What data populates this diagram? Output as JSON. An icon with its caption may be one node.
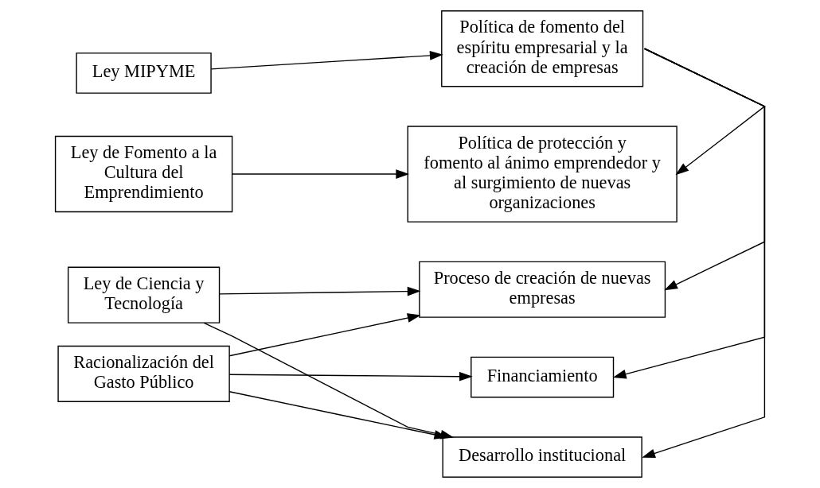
{
  "diagram": {
    "nodes": [
      {
        "text": [
          "Ley MIPYME"
        ]
      },
      {
        "text": [
          "Política de fomento del espíritu empresarial y la creación de empresas"
        ]
      },
      {
        "text": [
          "Ley de Fomento a la Cultura del Emprendimiento"
        ]
      },
      {
        "text": [
          "Política de protección y fomento al ánimo emprendedor y al surgimiento de nuevas organizaciones"
        ]
      },
      {
        "text": [
          "Ley de Ciencia y Tecnología"
        ]
      },
      {
        "text": [
          "Proceso de creación de nuevas empresas"
        ]
      },
      {
        "text": [
          "Financiamiento"
        ]
      },
      {
        "text": [
          "Racionalización del Gasto Público"
        ]
      },
      {
        "text": [
          "Desarrollo institucional"
        ]
      }
    ],
    "edges": [
      {
        "from": 0,
        "to": 1,
        "arrow": "to"
      },
      {
        "from": 2,
        "to": 3,
        "arrow": "to"
      },
      {
        "from": 4,
        "to": 5,
        "arrow": "to"
      },
      {
        "from": 4,
        "to": 8,
        "arrow": "to"
      },
      {
        "from": 7,
        "to": 5,
        "arrow": "to"
      },
      {
        "from": 7,
        "to": 6,
        "arrow": "to"
      },
      {
        "from": 7,
        "to": 8,
        "arrow": "to"
      },
      {
        "from": 1,
        "to": 3,
        "arrow": "to"
      },
      {
        "from": 1,
        "to": 5,
        "arrow": "to"
      },
      {
        "from": 1,
        "to": 6,
        "arrow": "to"
      },
      {
        "from": 1,
        "to": 8,
        "arrow": "to"
      }
    ]
  }
}
